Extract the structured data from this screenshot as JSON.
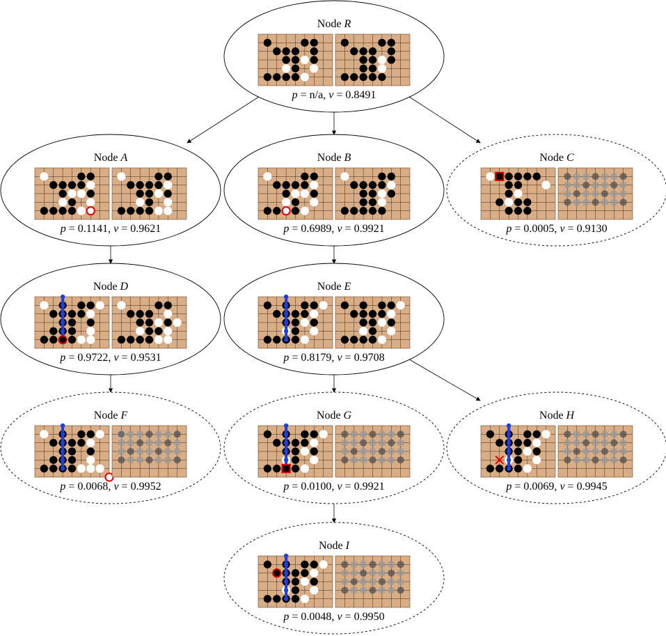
{
  "title_prefix": "Node",
  "nodes": {
    "R": {
      "letter": "R",
      "p": "n/a",
      "v": "0.8491",
      "status": "expanded",
      "left": [
        "10001100",
        "01110101",
        "00112100",
        "00210200",
        "11112000"
      ],
      "right": [
        "10001100",
        "01110101",
        "00112100",
        "00112000",
        "11111000"
      ],
      "left_overlay": "",
      "right_overlay": "",
      "marker": null
    },
    "A": {
      "letter": "A",
      "p": "0.1141",
      "v": "0.9621",
      "status": "expanded",
      "left": [
        "20001100",
        "01111201",
        "00122100",
        "00210200",
        "11112200"
      ],
      "right": [
        "20001100",
        "01111201",
        "00112100",
        "00210200",
        "11112200"
      ],
      "left_overlay": "",
      "right_overlay": "",
      "marker": {
        "type": "circle",
        "row": 5,
        "col": 6
      }
    },
    "B": {
      "letter": "B",
      "p": "0.6989",
      "v": "0.9921",
      "status": "expanded",
      "left": [
        "20001100",
        "01111201",
        "00122100",
        "00210200",
        "11112000"
      ],
      "right": [
        "20001100",
        "01111201",
        "00112100",
        "00112000",
        "11111000"
      ],
      "left_overlay": "",
      "right_overlay": "",
      "marker": {
        "type": "circle",
        "row": 5,
        "col": 3
      }
    },
    "C": {
      "letter": "C",
      "p": "0.0005",
      "v": "0.9130",
      "status": "unexpanded",
      "left": [
        "20111100",
        "00110020",
        "00120000",
        "01211000",
        "00111000"
      ],
      "right": [
        "00000000",
        "00000000",
        "00000000",
        "00000000",
        "00000000"
      ],
      "left_overlay": "",
      "right_overlay": "faded",
      "marker": {
        "type": "square",
        "row": 1,
        "col": 2
      }
    },
    "D": {
      "letter": "D",
      "p": "0.9722",
      "v": "0.9531",
      "status": "expanded",
      "left": [
        "20101120",
        "01111201",
        "00110100",
        "01110200",
        "11112200"
      ],
      "right": [
        "20001100",
        "01110201",
        "00112120",
        "00211200",
        "11112200"
      ],
      "left_overlay": "blue",
      "right_overlay": "",
      "marker": {
        "type": "circle-dark",
        "row": 5,
        "col": 3
      }
    },
    "E": {
      "letter": "E",
      "p": "0.8179",
      "v": "0.9708",
      "status": "expanded",
      "left": [
        "10101120",
        "01111201",
        "00112100",
        "00210200",
        "11112000"
      ],
      "right": [
        "10101120",
        "01111201",
        "00112100",
        "00210200",
        "11112000"
      ],
      "left_overlay": "blue",
      "right_overlay": "",
      "marker": null
    },
    "F": {
      "letter": "F",
      "p": "0.0068",
      "v": "0.9952",
      "status": "unexpanded",
      "left": [
        "20101120",
        "01111201",
        "00110100",
        "01110200",
        "11112220"
      ],
      "right": [
        "20000000",
        "00000000",
        "00000000",
        "00000000",
        "00000000"
      ],
      "left_overlay": "blue",
      "right_overlay": "faded",
      "marker": {
        "type": "circle",
        "row": 6,
        "col": 8
      }
    },
    "G": {
      "letter": "G",
      "p": "0.0100",
      "v": "0.9921",
      "status": "unexpanded",
      "left": [
        "10101120",
        "01111201",
        "00112100",
        "00210200",
        "11112000"
      ],
      "right": [
        "00000000",
        "00000000",
        "00000000",
        "00000000",
        "00000000"
      ],
      "left_overlay": "blue",
      "right_overlay": "faded",
      "marker": {
        "type": "square",
        "row": 5,
        "col": 3
      }
    },
    "H": {
      "letter": "H",
      "p": "0.0069",
      "v": "0.9945",
      "status": "unexpanded",
      "left": [
        "10101120",
        "01111201",
        "00112100",
        "00210200",
        "11112000"
      ],
      "right": [
        "00000000",
        "00000000",
        "00000000",
        "00000000",
        "00000000"
      ],
      "left_overlay": "blue",
      "right_overlay": "faded",
      "marker": {
        "type": "cross",
        "row": 4,
        "col": 2
      }
    },
    "I": {
      "letter": "I",
      "p": "0.0048",
      "v": "0.9950",
      "status": "unexpanded",
      "left": [
        "10101120",
        "01111201",
        "00112100",
        "00210200",
        "11112000"
      ],
      "right": [
        "00000000",
        "00000000",
        "00000000",
        "00000000",
        "00000000"
      ],
      "left_overlay": "blue",
      "right_overlay": "faded",
      "marker": {
        "type": "circle-dark",
        "row": 2,
        "col": 2
      }
    }
  },
  "edges": [
    [
      "R",
      "A"
    ],
    [
      "R",
      "B"
    ],
    [
      "R",
      "C"
    ],
    [
      "A",
      "D"
    ],
    [
      "B",
      "E"
    ],
    [
      "D",
      "F"
    ],
    [
      "E",
      "G"
    ],
    [
      "E",
      "H"
    ],
    [
      "G",
      "I"
    ]
  ],
  "colors": {
    "board": "#d9ad85",
    "grid": "#3b2a1a",
    "black_stone": "#000000",
    "white_stone": "#ffffff",
    "path": "#1f3fd8",
    "marker": "#e00000",
    "faded_dark": "#555555",
    "faded_light": "#cccccc"
  }
}
